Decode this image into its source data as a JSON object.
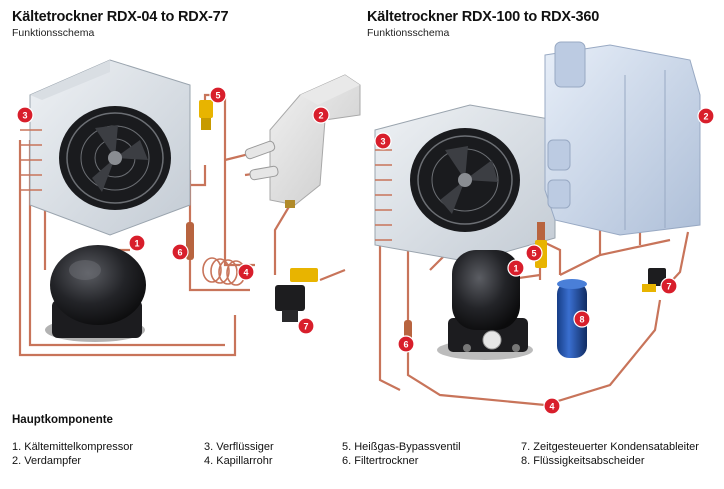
{
  "left": {
    "title": "Kältetrockner RDX-04 to RDX-77",
    "subtitle": "Funktionsschema"
  },
  "right": {
    "title": "Kältetrockner RDX-100 to RDX-360",
    "subtitle": "Funktionsschema"
  },
  "badges": [
    "1",
    "2",
    "3",
    "4",
    "5",
    "6",
    "7",
    "8"
  ],
  "section_heading": "Hauptkomponente",
  "legend": [
    [
      "1. Kältemittelkompressor",
      "2. Verdampfer"
    ],
    [
      "3. Verflüssiger",
      "4. Kapillarrohr"
    ],
    [
      "5. Heißgas-Bypassventil",
      "6. Filtertrockner"
    ],
    [
      "7. Zeitgesteuerter Kondensatableiter",
      "8. Flüssigkeitsabscheider"
    ]
  ],
  "colors": {
    "badge": "#d81e2b",
    "pipe": "#c8745a",
    "compressor": "#1f1f22",
    "condenser_frame": "#cfd6de",
    "evaporator": "#c9d7ea",
    "separator": "#1f4fa8",
    "valve": "#e8b400"
  }
}
